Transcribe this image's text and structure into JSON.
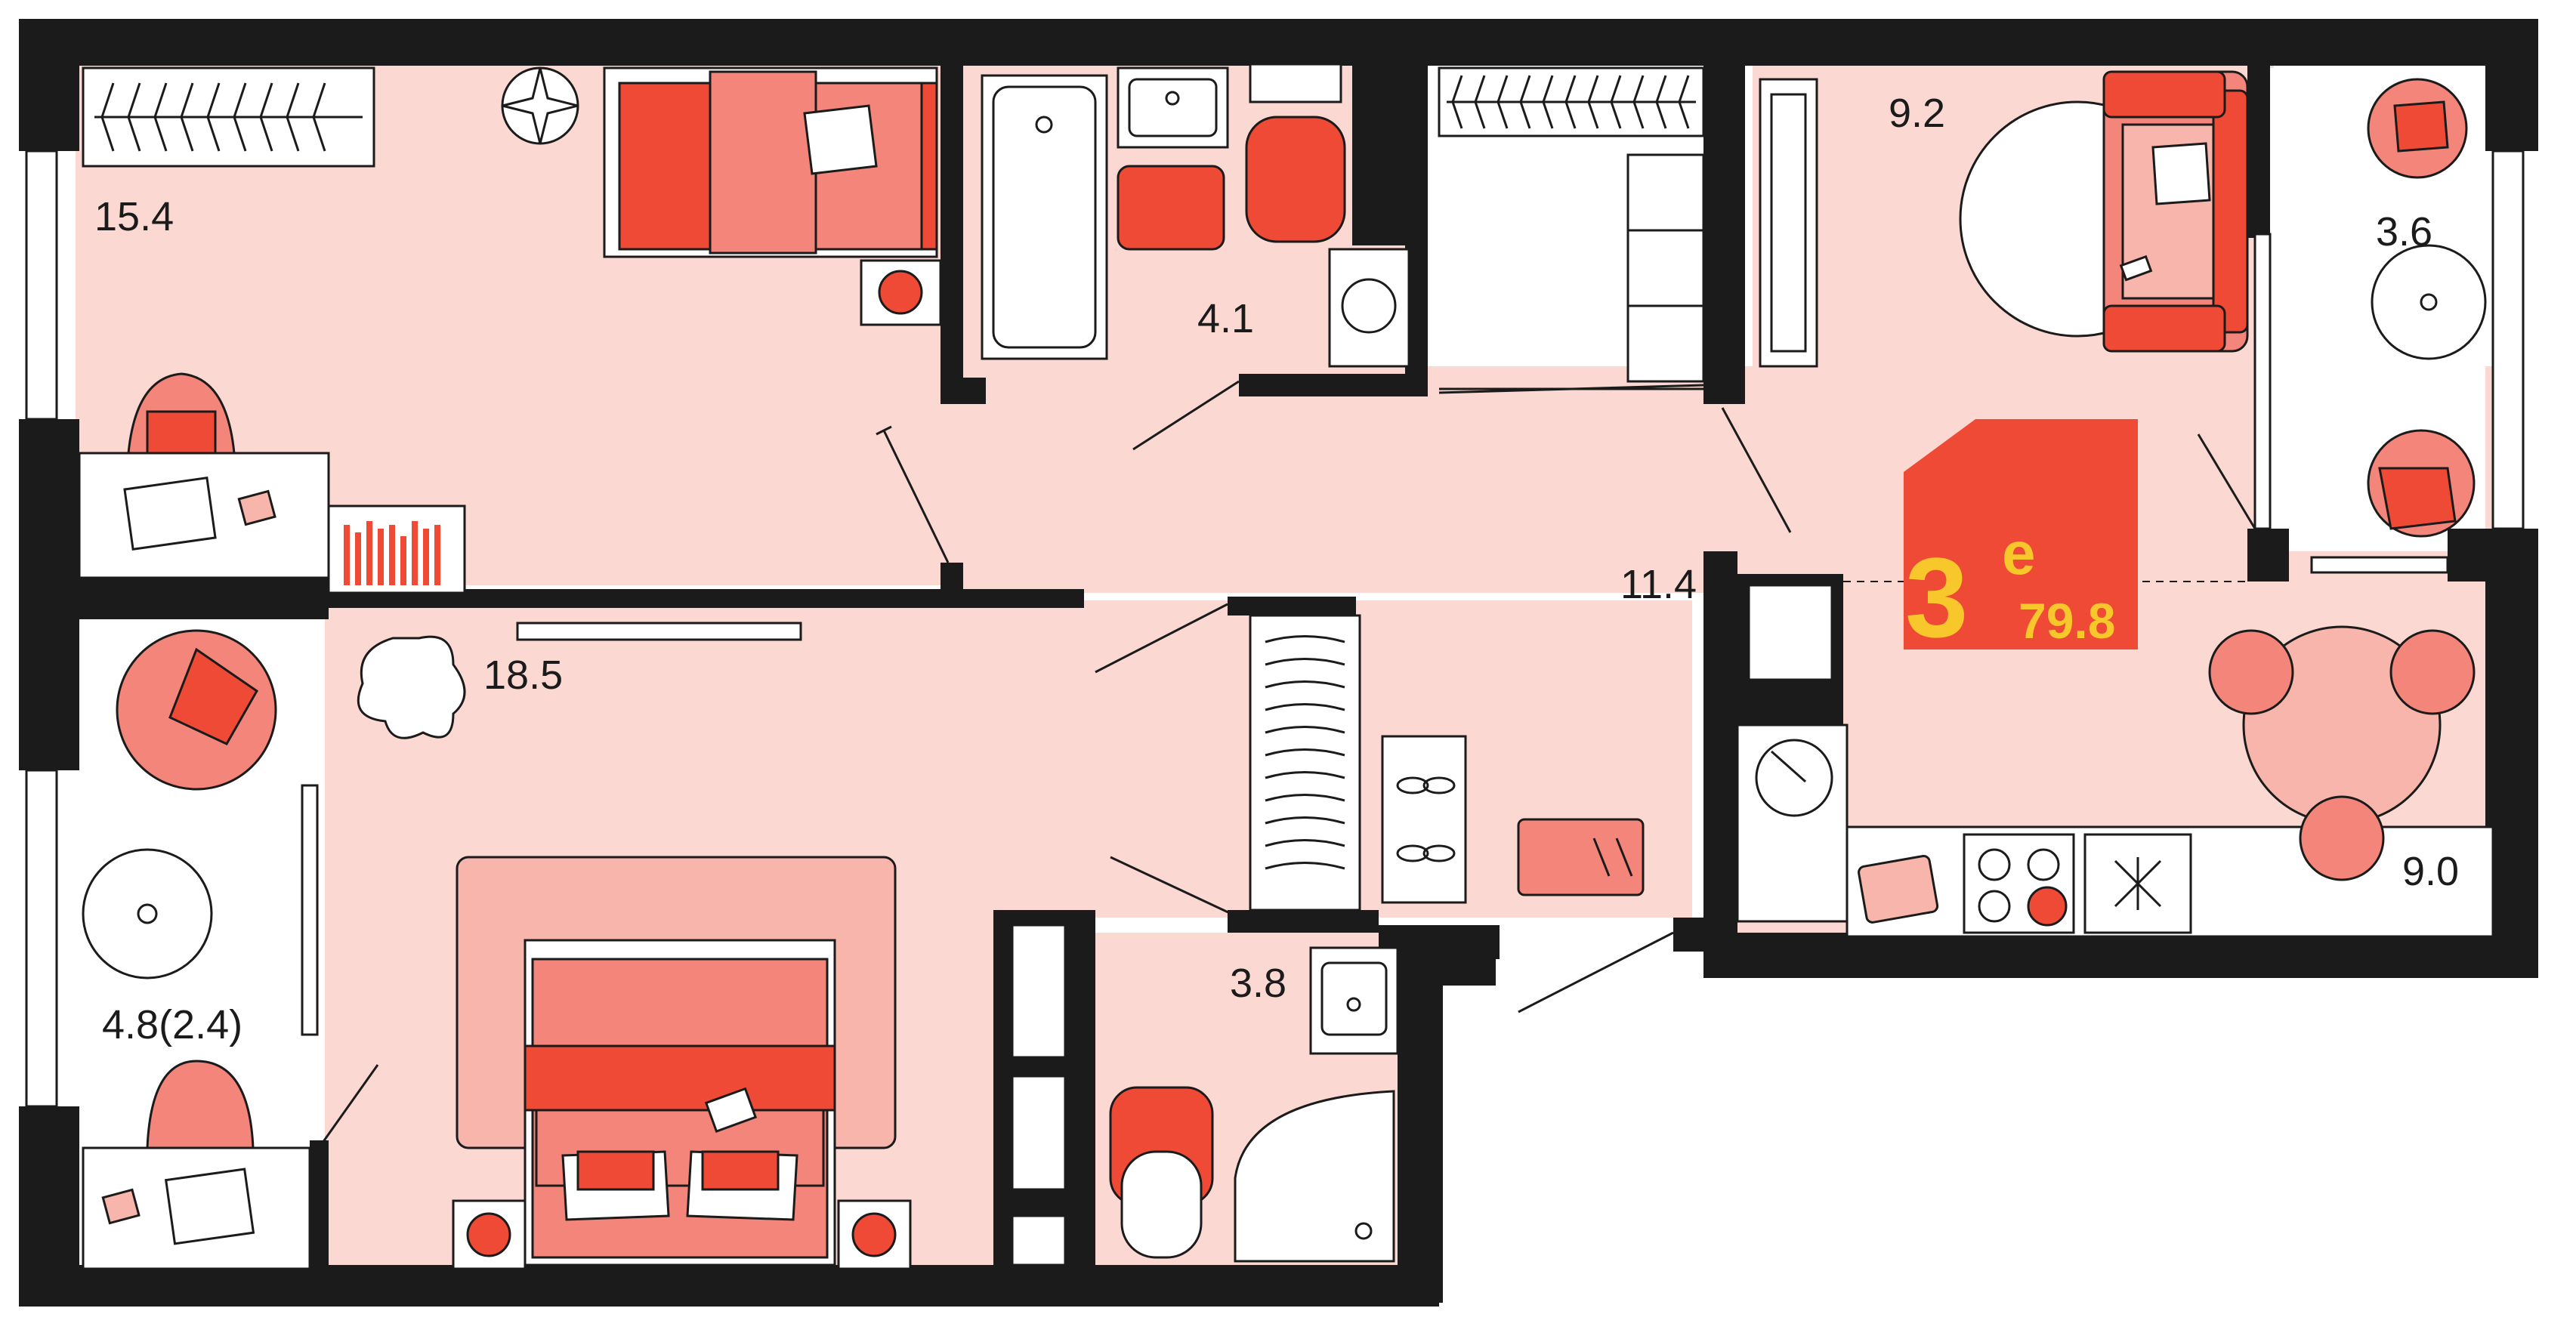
{
  "rooms": [
    {
      "id": "bedroom-top",
      "area": "15.4"
    },
    {
      "id": "bathroom-top",
      "area": "4.1"
    },
    {
      "id": "living-room",
      "area": "9.2"
    },
    {
      "id": "balcony-top",
      "area": "3.6"
    },
    {
      "id": "hallway",
      "area": "11.4"
    },
    {
      "id": "bedroom-main",
      "area": "18.5"
    },
    {
      "id": "balcony-left",
      "area": "4.8(2.4)"
    },
    {
      "id": "bathroom-bottom",
      "area": "3.8"
    },
    {
      "id": "kitchen",
      "area": "9.0"
    }
  ],
  "badge": {
    "rooms": "3",
    "suffix": "е",
    "total_area": "79.8"
  },
  "colors": {
    "wall": "#1b1b1b",
    "floor": "#fbd8d2",
    "accent": "#ef4a35",
    "coral": "#f3857a",
    "pink": "#f7b5ab",
    "badge_text": "#f8c72b"
  }
}
